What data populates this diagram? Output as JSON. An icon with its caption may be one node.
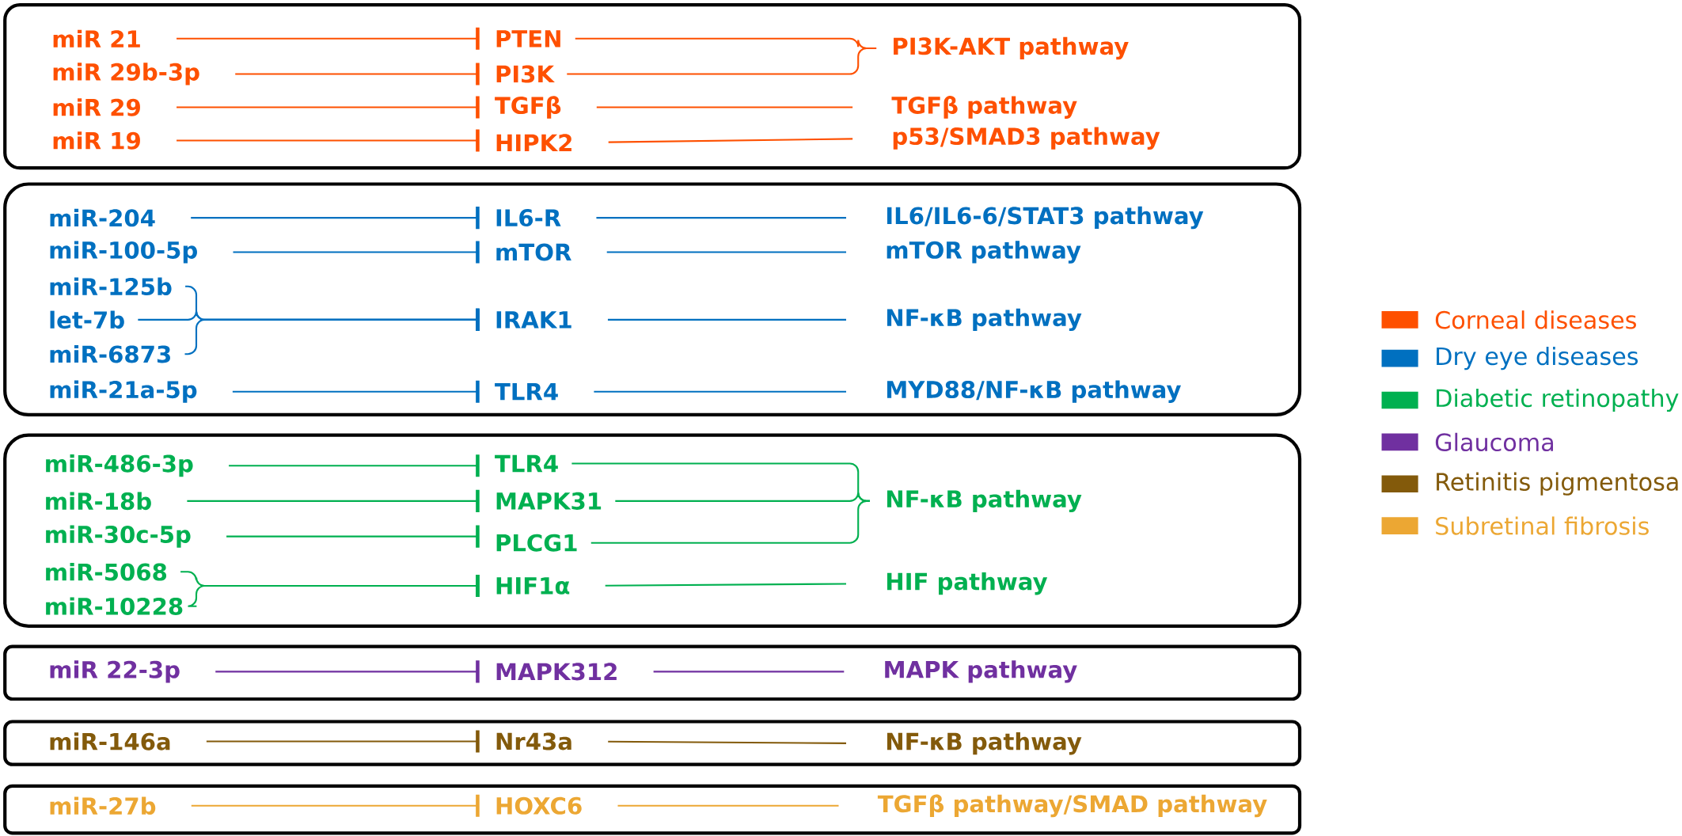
{
  "diagram": {
    "nodes": [
      {
        "text": [],
        "shape": "box"
      },
      {
        "text": [
          "miR 21"
        ],
        "in": 0
      },
      {
        "text": [
          "PTEN"
        ],
        "in": 0
      },
      {
        "text": [
          "miR 29b-3p"
        ],
        "in": 0
      },
      {
        "text": [
          "PI3K"
        ],
        "in": 0
      },
      {
        "text": [
          "PI3K-AKT pathway"
        ],
        "in": 0
      },
      {
        "text": [
          "miR 29"
        ],
        "in": 0
      },
      {
        "text": [
          "TGFβ"
        ],
        "in": 0
      },
      {
        "text": [
          "TGFβ pathway"
        ],
        "in": 0
      },
      {
        "text": [
          "miR 19"
        ],
        "in": 0
      },
      {
        "text": [
          "HIPK2"
        ],
        "in": 0
      },
      {
        "text": [
          "p53/SMAD3 pathway"
        ],
        "in": 0
      },
      {
        "text": [],
        "shape": "box"
      },
      {
        "text": [
          "miR-204"
        ],
        "in": 12
      },
      {
        "text": [
          "IL6-R"
        ],
        "in": 12
      },
      {
        "text": [
          "IL6/IL6-6/STAT3 pathway"
        ],
        "in": 12
      },
      {
        "text": [
          "miR-100-5p"
        ],
        "in": 12
      },
      {
        "text": [
          "mTOR"
        ],
        "in": 12
      },
      {
        "text": [
          "mTOR pathway"
        ],
        "in": 12
      },
      {
        "text": [
          "miR-125b"
        ],
        "in": 12
      },
      {
        "text": [
          "let-7b"
        ],
        "in": 12
      },
      {
        "text": [
          "miR-6873"
        ],
        "in": 12
      },
      {
        "text": [
          "IRAK1"
        ],
        "in": 12
      },
      {
        "text": [
          "NF-κB pathway"
        ],
        "in": 12
      },
      {
        "text": [
          "miR-21a-5p"
        ],
        "in": 12
      },
      {
        "text": [
          "TLR4"
        ],
        "in": 12
      },
      {
        "text": [
          "MYD88/NF-κB pathway"
        ],
        "in": 12
      },
      {
        "text": [],
        "shape": "box"
      },
      {
        "text": [
          "miR-486-3p"
        ],
        "in": 27
      },
      {
        "text": [
          "TLR4"
        ],
        "in": 27
      },
      {
        "text": [
          "miR-18b"
        ],
        "in": 27
      },
      {
        "text": [
          "MAPK31"
        ],
        "in": 27
      },
      {
        "text": [
          "miR-30c-5p"
        ],
        "in": 27
      },
      {
        "text": [
          "PLCG1"
        ],
        "in": 27
      },
      {
        "text": [
          "NF-κB pathway"
        ],
        "in": 27
      },
      {
        "text": [
          "miR-5068"
        ],
        "in": 27
      },
      {
        "text": [
          "miR-10228"
        ],
        "in": 27
      },
      {
        "text": [
          "HIF1α"
        ],
        "in": 27
      },
      {
        "text": [
          "HIF pathway"
        ],
        "in": 27
      },
      {
        "text": [],
        "shape": "box"
      },
      {
        "text": [
          "miR 22-3p"
        ],
        "in": 39
      },
      {
        "text": [
          "MAPK312"
        ],
        "in": 39
      },
      {
        "text": [
          "MAPK pathway"
        ],
        "in": 39
      },
      {
        "text": [],
        "shape": "box"
      },
      {
        "text": [
          "miR-146a"
        ],
        "in": 43
      },
      {
        "text": [
          "Nr43a"
        ],
        "in": 43
      },
      {
        "text": [
          "NF-κB pathway"
        ],
        "in": 43
      },
      {
        "text": [],
        "shape": "box"
      },
      {
        "text": [
          "miR-27b"
        ],
        "in": 47
      },
      {
        "text": [
          "HOXC6"
        ],
        "in": 47
      },
      {
        "text": [
          "TGFβ pathway/SMAD pathway"
        ],
        "in": 47
      }
    ],
    "edges": [
      {
        "from": 1,
        "to": 2,
        "arrow": "other",
        "color": "#fe5000"
      },
      {
        "from": 3,
        "to": 4,
        "arrow": "other",
        "color": "#fe5000"
      },
      {
        "from": 2,
        "to": 5,
        "arrow": "none",
        "color": "#fe5000"
      },
      {
        "from": 4,
        "to": 5,
        "arrow": "none",
        "color": "#fe5000"
      },
      {
        "from": 6,
        "to": 7,
        "arrow": "other",
        "color": "#fe5000"
      },
      {
        "from": 7,
        "to": 8,
        "arrow": "none",
        "color": "#fe5000"
      },
      {
        "from": 9,
        "to": 10,
        "arrow": "other",
        "color": "#fe5000"
      },
      {
        "from": 10,
        "to": 11,
        "arrow": "none",
        "color": "#fe5000"
      },
      {
        "from": 13,
        "to": 14,
        "arrow": "other"
      },
      {
        "from": 14,
        "to": 15,
        "arrow": "none"
      },
      {
        "from": 16,
        "to": 17,
        "arrow": "other"
      },
      {
        "from": 17,
        "to": 18,
        "arrow": "none"
      },
      {
        "from": 19,
        "to": 22,
        "arrow": "other"
      },
      {
        "from": 20,
        "to": 22,
        "arrow": "other"
      },
      {
        "from": 21,
        "to": 22,
        "arrow": "other"
      },
      {
        "from": 22,
        "to": 23,
        "arrow": "none"
      },
      {
        "from": 24,
        "to": 25,
        "arrow": "other"
      },
      {
        "from": 25,
        "to": 26,
        "arrow": "none"
      },
      {
        "from": 28,
        "to": 29,
        "arrow": "other",
        "color": "#00b050"
      },
      {
        "from": 30,
        "to": 31,
        "arrow": "other",
        "color": "#00b050"
      },
      {
        "from": 32,
        "to": 33,
        "arrow": "other",
        "color": "#00b050"
      },
      {
        "from": 29,
        "to": 34,
        "arrow": "none",
        "color": "#00b050"
      },
      {
        "from": 31,
        "to": 34,
        "arrow": "none",
        "color": "#00b050"
      },
      {
        "from": 33,
        "to": 34,
        "arrow": "none",
        "color": "#00b050"
      },
      {
        "from": 35,
        "to": 37,
        "arrow": "other",
        "color": "#00b050"
      },
      {
        "from": 36,
        "to": 37,
        "arrow": "other",
        "color": "#00b050"
      },
      {
        "from": 37,
        "to": 38,
        "arrow": "none",
        "color": "#00b050"
      },
      {
        "from": 40,
        "to": 41,
        "arrow": "other",
        "color": "#7030a0"
      },
      {
        "from": 41,
        "to": 42,
        "arrow": "none",
        "color": "#7030a0"
      },
      {
        "from": 44,
        "to": 45,
        "arrow": "other",
        "color": "#835a0b"
      },
      {
        "from": 45,
        "to": 46,
        "arrow": "none",
        "color": "#835a0b"
      },
      {
        "from": 48,
        "to": 49,
        "arrow": "other",
        "color": "#eca733"
      },
      {
        "from": 49,
        "to": 50,
        "arrow": "none",
        "color": "#eca733"
      }
    ],
    "legend": [
      {
        "text": "Corneal diseases",
        "color": "#fe5000"
      },
      {
        "text": "Dry eye diseases",
        "color": "#0070c0"
      },
      {
        "text": "Diabetic retinopathy",
        "color": "#00b050"
      },
      {
        "text": "Glaucoma",
        "color": "#7030a0"
      },
      {
        "text": "Retinitis pigmentosa",
        "color": "#835a0b"
      },
      {
        "text": "Subretinal fibrosis",
        "color": "#eca733"
      }
    ]
  }
}
